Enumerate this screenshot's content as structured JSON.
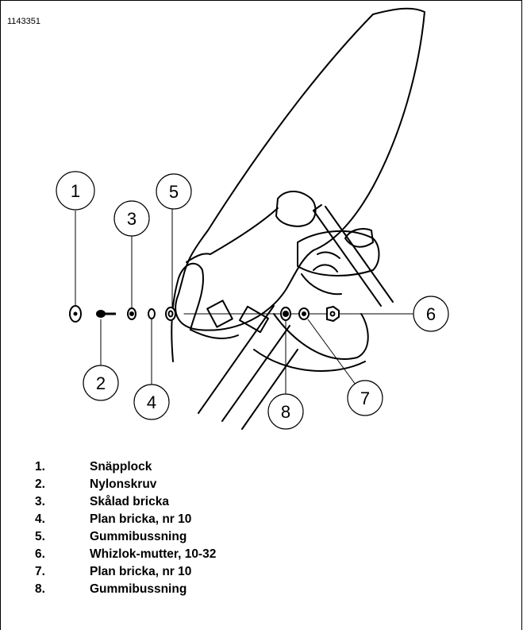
{
  "figure": {
    "id": "1143351",
    "callouts": [
      "1",
      "2",
      "3",
      "4",
      "5",
      "6",
      "7",
      "8"
    ]
  },
  "legend": [
    {
      "num": "1.",
      "text": "Snäpplock"
    },
    {
      "num": "2.",
      "text": "Nylonskruv"
    },
    {
      "num": "3.",
      "text": "Skålad bricka"
    },
    {
      "num": "4.",
      "text": "Plan bricka, nr 10"
    },
    {
      "num": "5.",
      "text": "Gummibussning"
    },
    {
      "num": "6.",
      "text": "Whizlok-mutter, 10-32"
    },
    {
      "num": "7.",
      "text": "Plan bricka, nr 10"
    },
    {
      "num": "8.",
      "text": "Gummibussning"
    }
  ]
}
